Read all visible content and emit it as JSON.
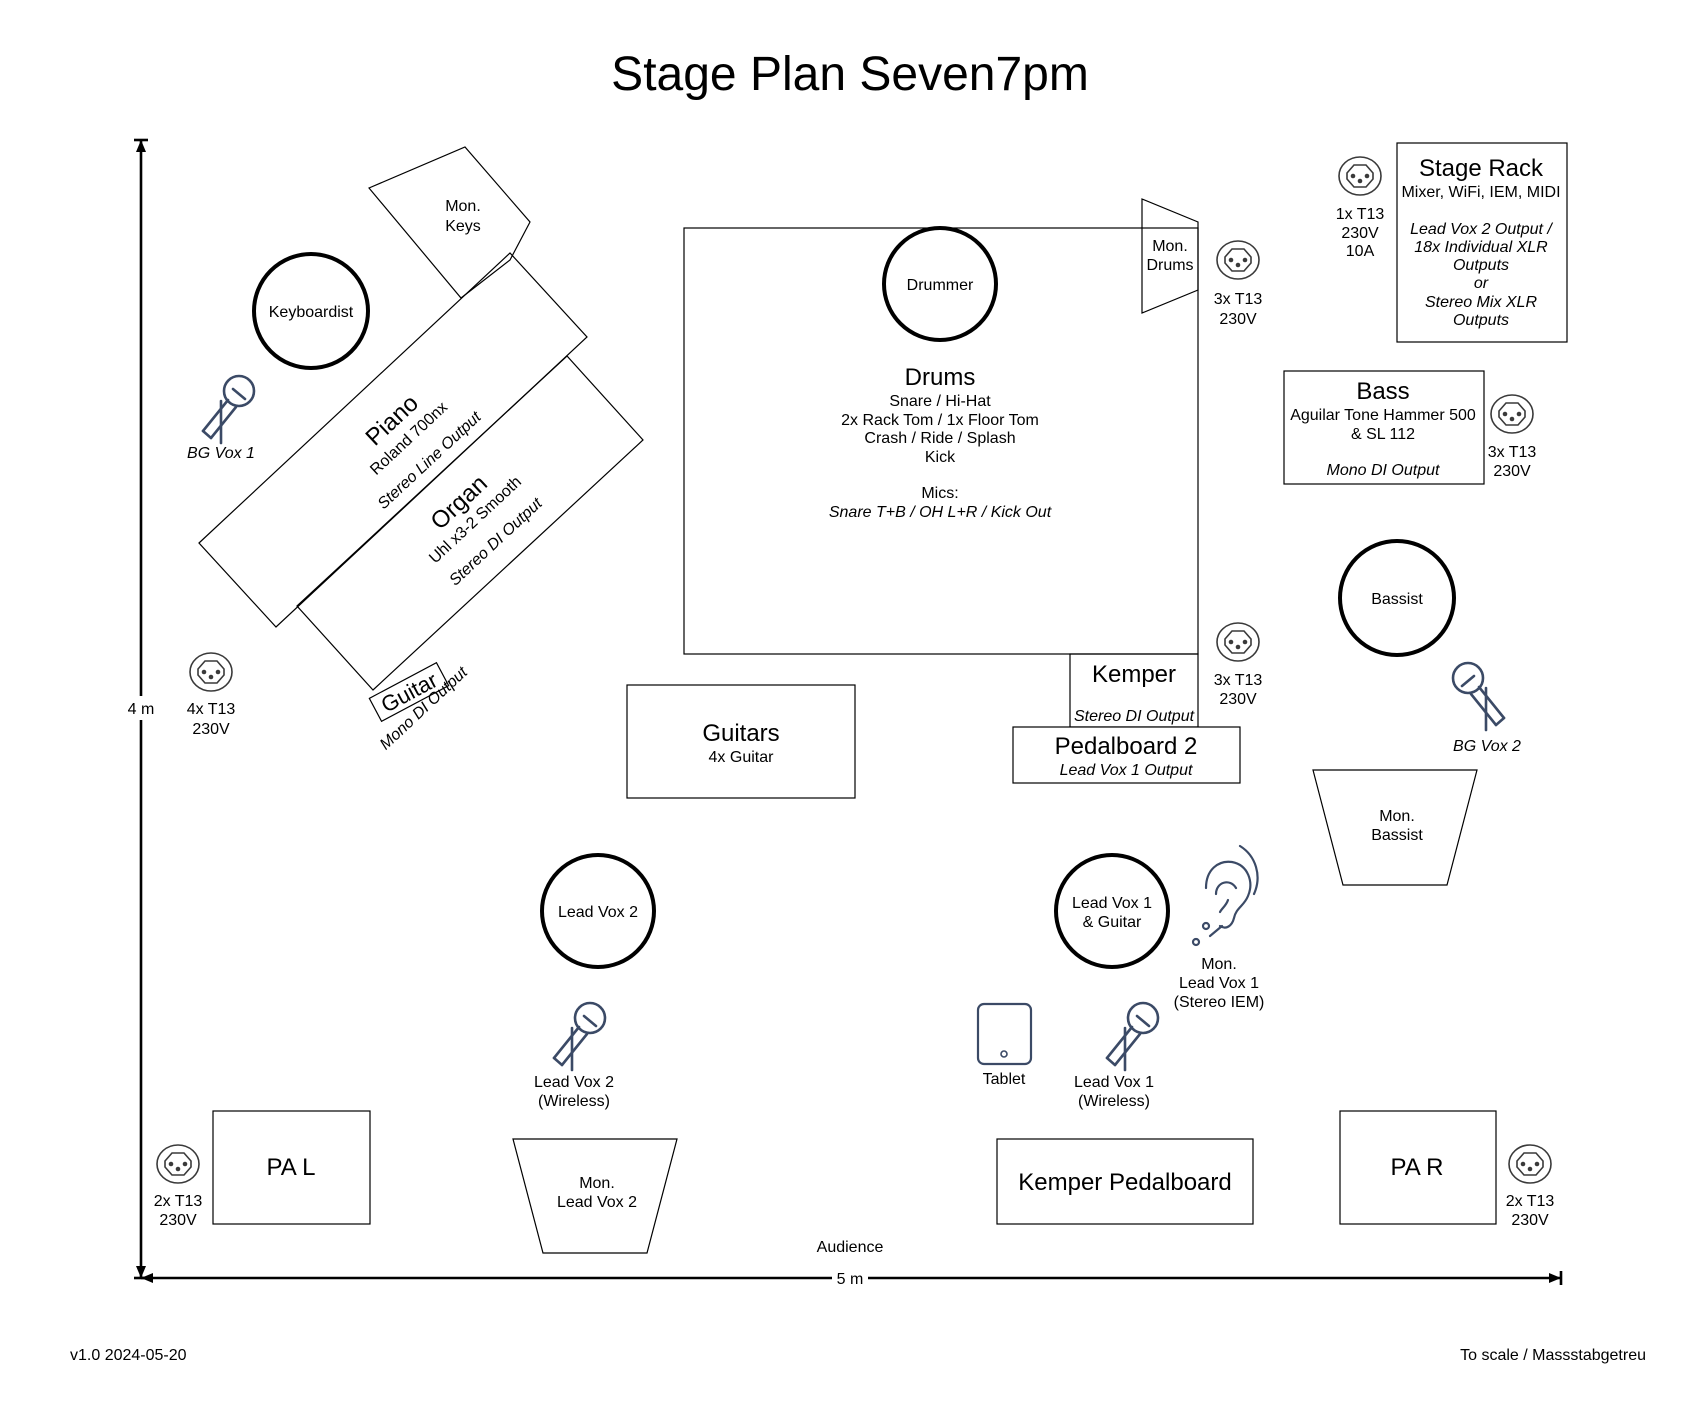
{
  "title": "Stage Plan Seven7pm",
  "version": "v1.0 2024-05-20",
  "scale_note": "To scale / Massstabgetreu",
  "dimensions": {
    "depth": "4 m",
    "width": "5 m",
    "audience": "Audience"
  },
  "people": {
    "keyboardist": "Keyboardist",
    "drummer": "Drummer",
    "bassist": "Bassist",
    "lead_vox_2": "Lead Vox 2",
    "lead_vox_1": [
      "Lead Vox 1",
      "& Guitar"
    ]
  },
  "monitors": {
    "keys": [
      "Mon.",
      "Keys"
    ],
    "drums": [
      "Mon.",
      "Drums"
    ],
    "bassist": [
      "Mon.",
      "Bassist"
    ],
    "lead_vox_2": [
      "Mon.",
      "Lead Vox 2"
    ],
    "lead_vox_1_iem": [
      "Mon.",
      "Lead Vox 1",
      "(Stereo IEM)"
    ]
  },
  "instruments": {
    "piano": {
      "title": "Piano",
      "model": "Roland 700nx",
      "output": "Stereo Line Output"
    },
    "organ": {
      "title": "Organ",
      "model": "Uhl x3-2 Smooth",
      "output": "Stereo DI Output"
    },
    "guitar": {
      "title": "Guitar",
      "output": "Mono DI Output"
    },
    "drums": {
      "title": "Drums",
      "lines": [
        "Snare / Hi-Hat",
        "2x Rack Tom / 1x Floor Tom",
        "Crash / Ride / Splash",
        "Kick"
      ],
      "mics_label": "Mics:",
      "mics": "Snare T+B / OH L+R / Kick Out"
    },
    "kemper": {
      "title": "Kemper",
      "output": "Stereo DI Output"
    },
    "pedalboard2": {
      "title": "Pedalboard 2",
      "output": "Lead Vox 1 Output"
    },
    "guitars": {
      "title": "Guitars",
      "sub": "4x Guitar"
    },
    "bass": {
      "title": "Bass",
      "lines": [
        "Aguilar Tone Hammer 500",
        "& SL 112"
      ],
      "output": "Mono DI Output"
    },
    "stage_rack": {
      "title": "Stage Rack",
      "sub": "Mixer, WiFi, IEM, MIDI",
      "outputs": [
        "Lead Vox 2 Output /",
        "18x Individual XLR",
        "Outputs",
        "or",
        "Stereo Mix XLR",
        "Outputs"
      ]
    },
    "kemper_pedalboard": "Kemper Pedalboard",
    "pa_l": "PA L",
    "pa_r": "PA R"
  },
  "microphones": {
    "bg_vox_1": "BG Vox 1",
    "bg_vox_2": "BG Vox 2",
    "lead_vox_2": [
      "Lead Vox 2",
      "(Wireless)"
    ],
    "lead_vox_1": [
      "Lead Vox 1",
      "(Wireless)"
    ]
  },
  "tablet": "Tablet",
  "power": {
    "rack": [
      "1x T13",
      "230V",
      "10A"
    ],
    "drums": [
      "3x T13",
      "230V"
    ],
    "bass": [
      "3x T13",
      "230V"
    ],
    "kemper": [
      "3x T13",
      "230V"
    ],
    "keys": [
      "4x T13",
      "230V"
    ],
    "pa_l": [
      "2x T13",
      "230V"
    ],
    "pa_r": [
      "2x T13",
      "230V"
    ]
  },
  "colors": {
    "line": "#000000",
    "icon": "#3b4a66",
    "background": "#ffffff"
  }
}
